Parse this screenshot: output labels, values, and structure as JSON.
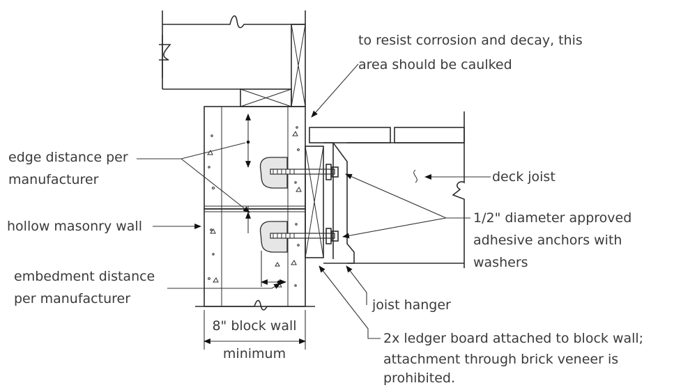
{
  "labels": {
    "caulk_line1": "to resist corrosion and decay, this",
    "caulk_line2": "area should be caulked",
    "edge_line1": "edge distance per",
    "edge_line2": "manufacturer",
    "deck_joist": "deck joist",
    "masonry": "hollow masonry wall",
    "anchor_line1": "1/2\" diameter approved",
    "anchor_line2": "adhesive anchors with",
    "anchor_line3": "washers",
    "embed_line1": "embedment distance",
    "embed_line2": "per manufacturer",
    "hanger": "joist hanger",
    "block_line1": "8\" block wall",
    "block_line2": "minimum",
    "ledger_line1": "2x ledger board attached to block wall;",
    "ledger_line2": "attachment through brick veneer is",
    "ledger_line3": "prohibited."
  },
  "colors": {
    "line": "#2b2b2b",
    "text": "#3a3a3a",
    "adhesive": "#e6e6e6"
  }
}
